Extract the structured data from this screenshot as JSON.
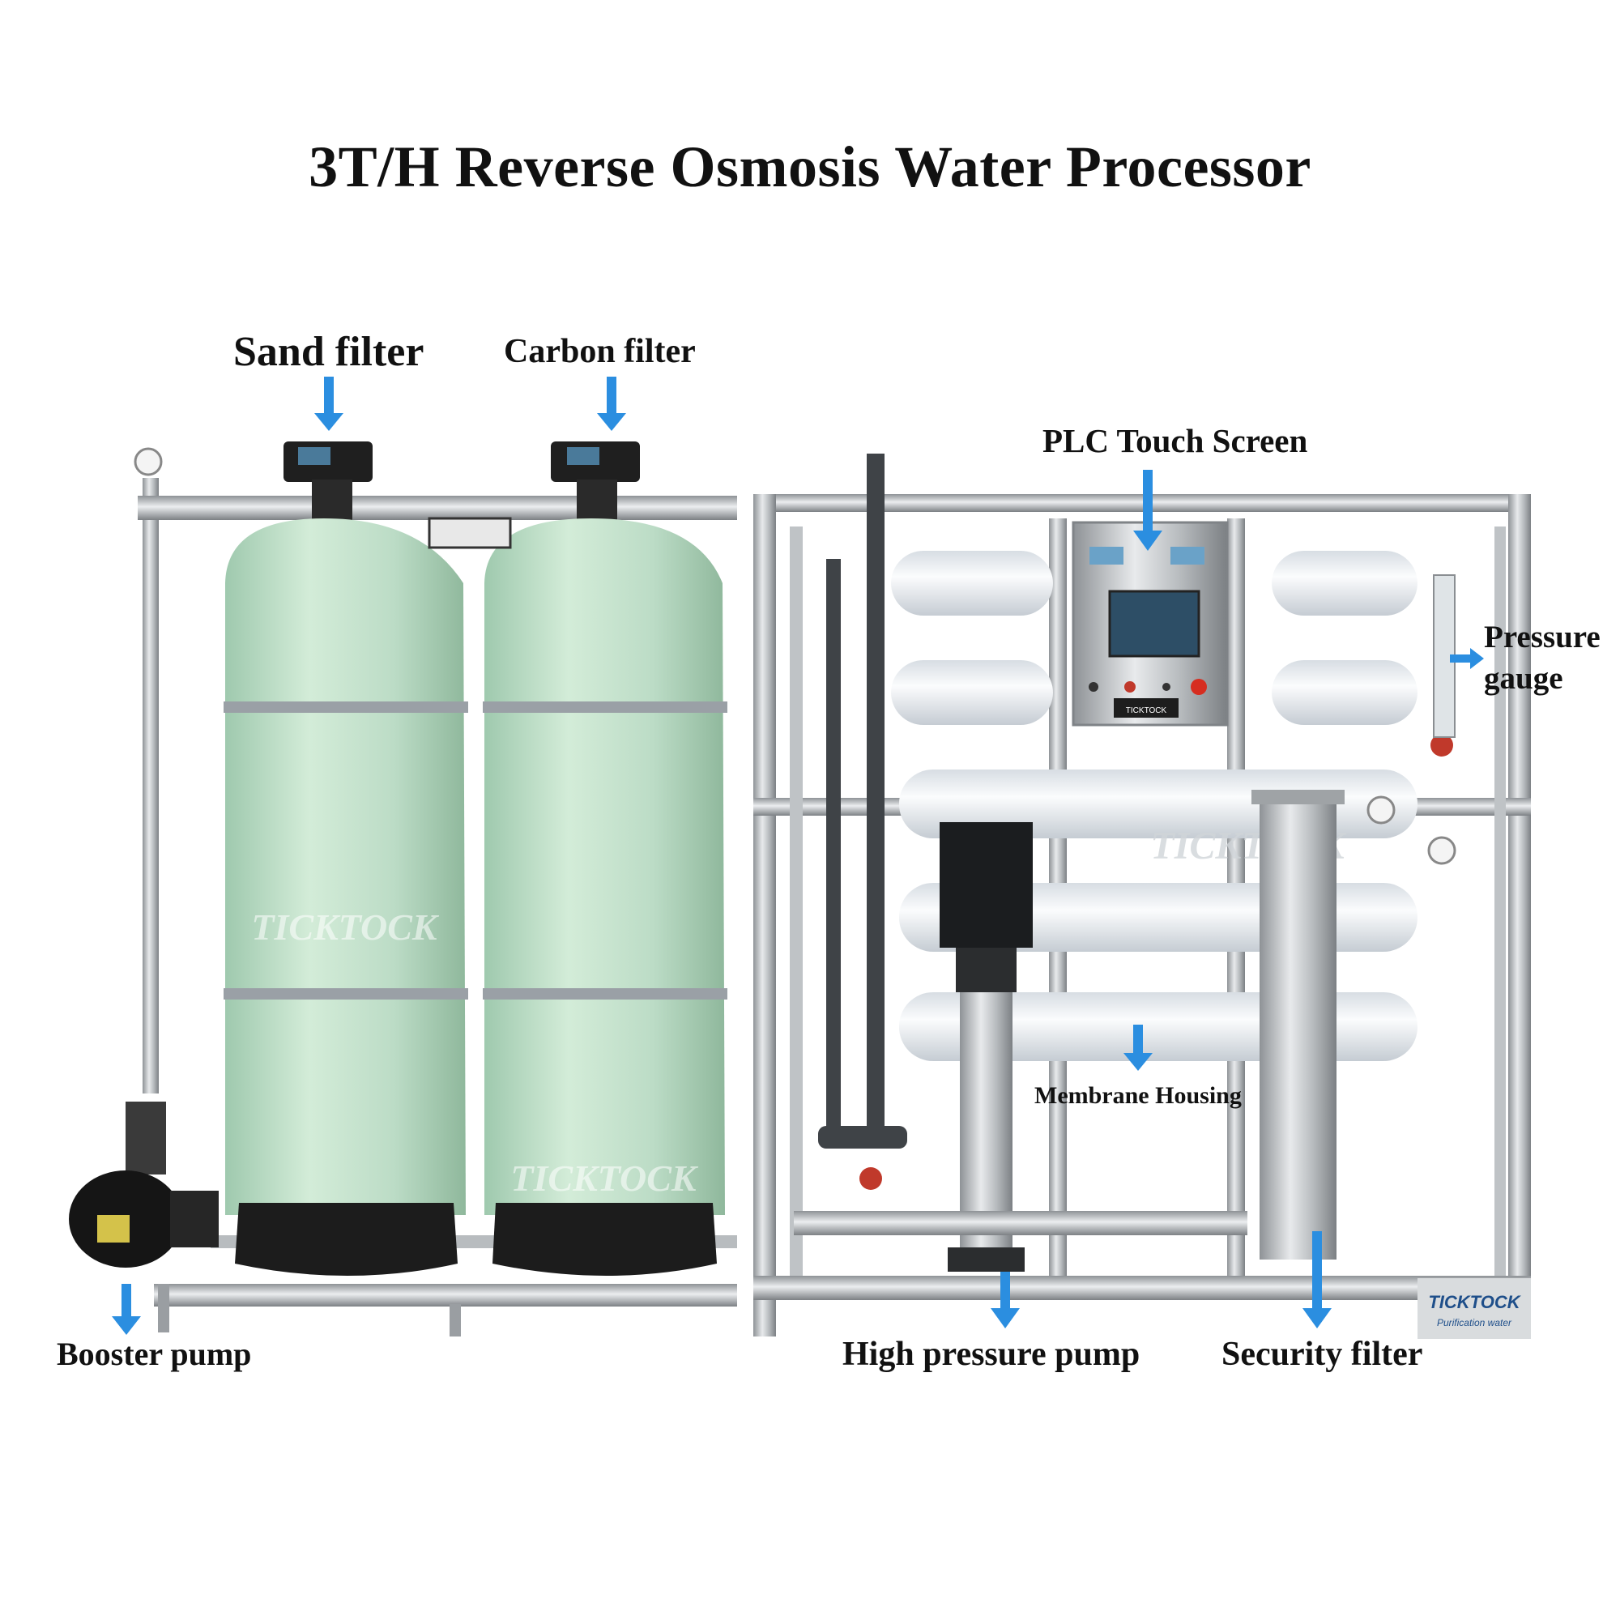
{
  "title": "3T/H Reverse Osmosis Water Processor",
  "labels": {
    "sand_filter": "Sand filter",
    "carbon_filter": "Carbon filter",
    "plc_touch_screen": "PLC Touch Screen",
    "pressure_gauge_line1": "Pressure",
    "pressure_gauge_line2": "gauge",
    "membrane_housing": "Membrane Housing",
    "booster_pump": "Booster pump",
    "high_pressure_pump": "High pressure pump",
    "security_filter": "Security filter"
  },
  "watermarks": {
    "tank1": "TICKTOCK",
    "tank2": "TICKTOCK",
    "frame": "TICKTOCK",
    "panel_brand": "TICKTOCK",
    "plate_brand": "TICKTOCK",
    "plate_sub": "Purification water"
  },
  "colors": {
    "arrow": "#2b8ee0",
    "tank": "#bfe0c8",
    "steel": "#c9ccce",
    "membrane": "#eef2f6"
  }
}
